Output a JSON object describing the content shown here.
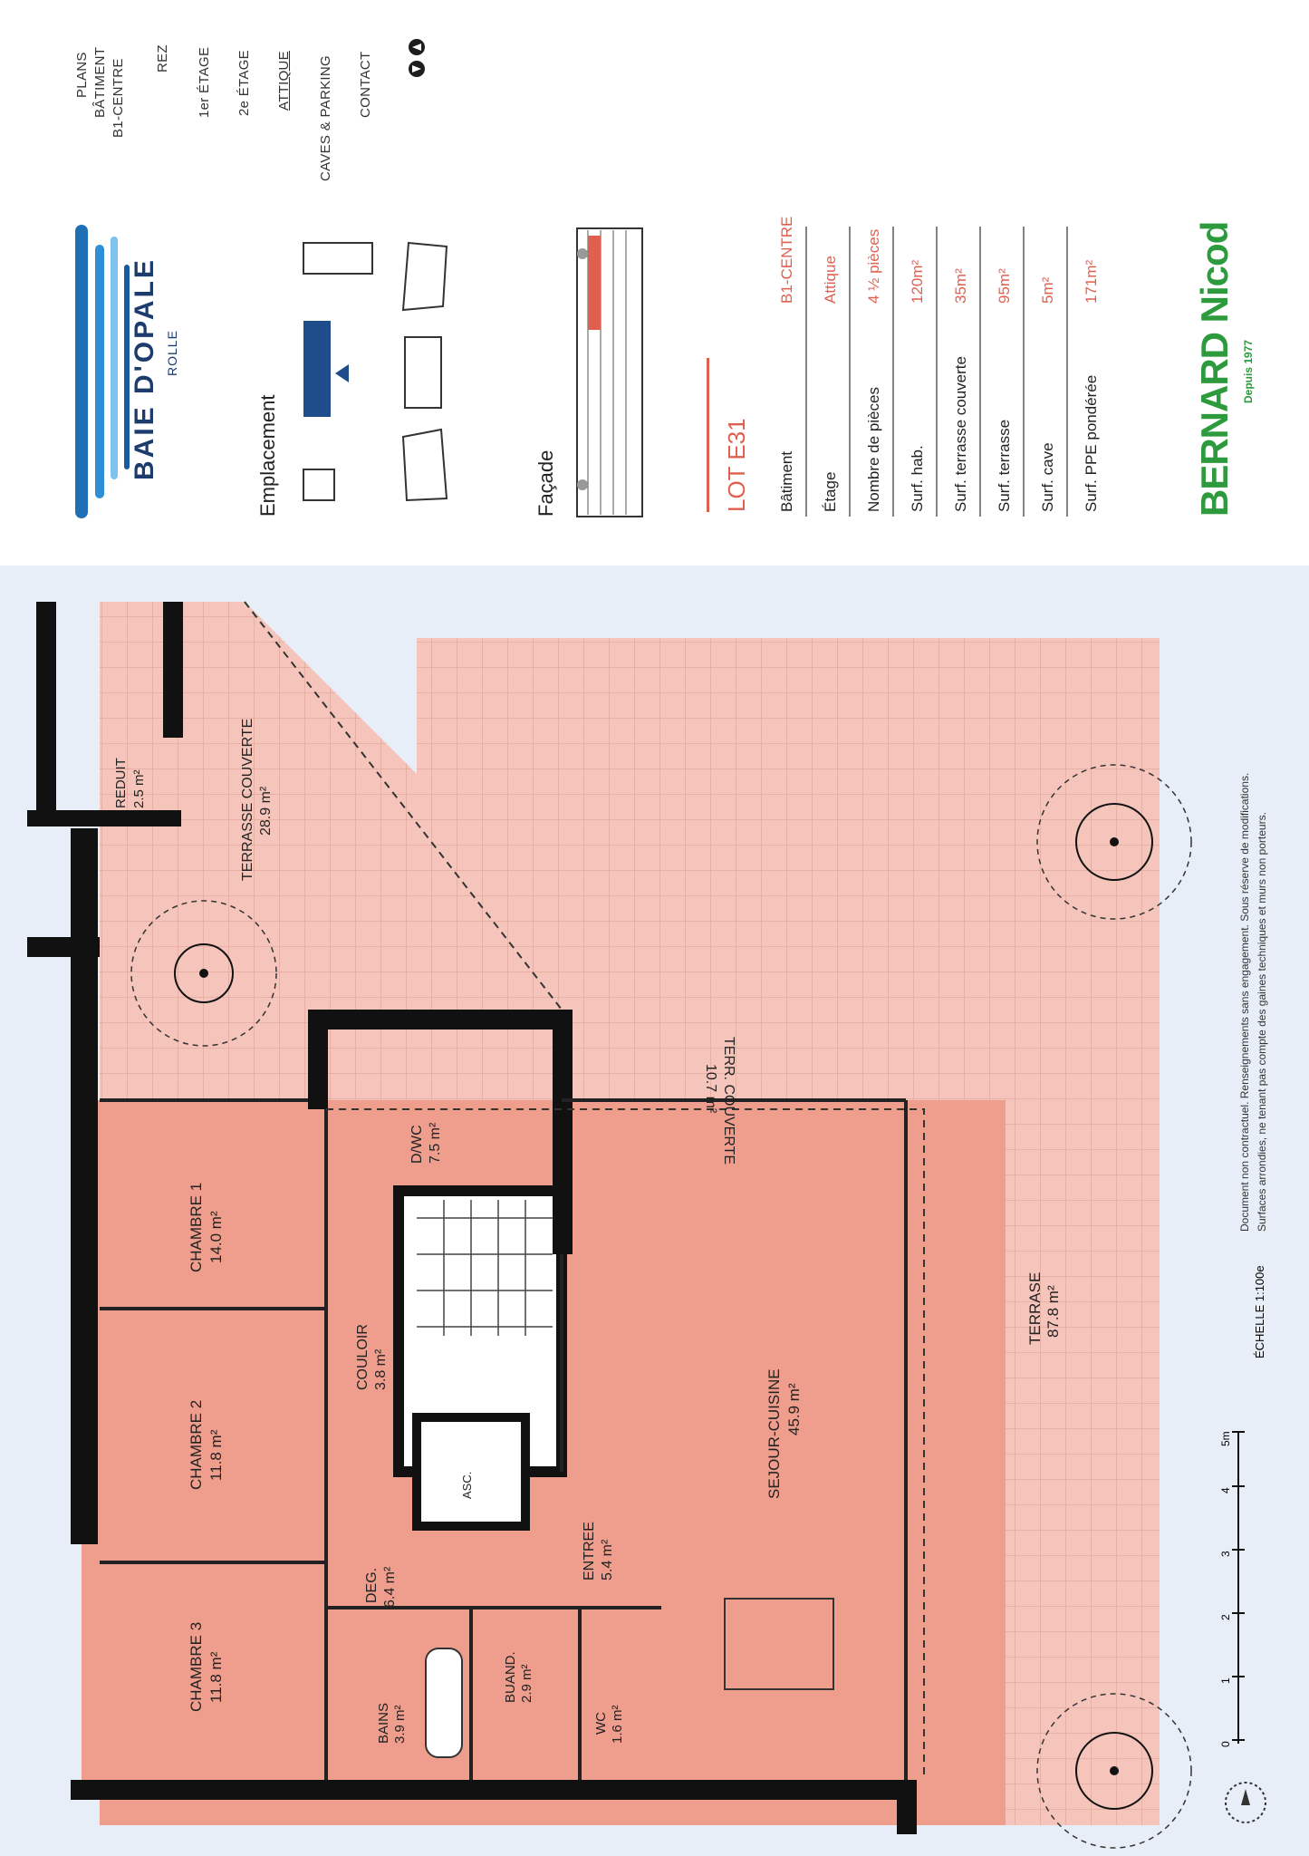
{
  "nav": {
    "plans": "PLANS",
    "batiment": "BÂTIMENT",
    "batiment_id": "B1-CENTRE",
    "items": [
      "REZ",
      "1er ÉTAGE",
      "2e ÉTAGE",
      "ATTIQUE",
      "CAVES & PARKING",
      "CONTACT"
    ],
    "active": "ATTIQUE"
  },
  "brand": {
    "name": "BAIE D'OPALE",
    "city": "ROLLE"
  },
  "emplacement": {
    "label": "Emplacement"
  },
  "facade": {
    "label": "Façade"
  },
  "lot": {
    "title": "LOT E31",
    "rows": [
      {
        "label": "Bâtiment",
        "value": "B1-CENTRE"
      },
      {
        "label": "Étage",
        "value": "Attique"
      },
      {
        "label": "Nombre de pièces",
        "value": "4 ½ pièces"
      },
      {
        "label": "Surf. hab.",
        "value": "120m²"
      },
      {
        "label": "Surf. terrasse couverte",
        "value": "35m²"
      },
      {
        "label": "Surf. terrasse",
        "value": "95m²"
      },
      {
        "label": "Surf. cave",
        "value": "5m²"
      },
      {
        "label": "Surf. PPE pondérée",
        "value": "171m²"
      }
    ]
  },
  "developer": {
    "name": "BERNARD Nicod",
    "since": "Depuis 1977"
  },
  "rooms": [
    {
      "name": "REDUIT",
      "area": "2.5 m²"
    },
    {
      "name": "TERRASSE COUVERTE",
      "area": "28.9 m²"
    },
    {
      "name": "D/WC",
      "area": "7.5 m²"
    },
    {
      "name": "TERR. COUVERTE",
      "area": "10.7 m²"
    },
    {
      "name": "CHAMBRE 1",
      "area": "14.0 m²"
    },
    {
      "name": "COULOIR",
      "area": "3.8 m²"
    },
    {
      "name": "CHAMBRE 2",
      "area": "11.8 m²"
    },
    {
      "name": "SEJOUR-CUISINE",
      "area": "45.9 m²"
    },
    {
      "name": "TERRASE",
      "area": "87.8 m²"
    },
    {
      "name": "ASC.",
      "area": ""
    },
    {
      "name": "ENTREE",
      "area": "5.4 m²"
    },
    {
      "name": "DEG.",
      "area": "6.4 m²"
    },
    {
      "name": "CHAMBRE 3",
      "area": "11.8 m²"
    },
    {
      "name": "BAINS",
      "area": "3.9 m²"
    },
    {
      "name": "BUAND.",
      "area": "2.9 m²"
    },
    {
      "name": "WC",
      "area": "1.6 m²"
    }
  ],
  "scale": {
    "label": "ÉCHELLE 1:100e",
    "ticks": [
      "0",
      "1",
      "2",
      "3",
      "4",
      "5m"
    ]
  },
  "disclaimer": {
    "line1": "Document non contractuel. Renseignements sans engagement. Sous réserve de modifications.",
    "line2": "Surfaces arrondies, ne tenant pas compte des gaines techniques et murs non porteurs."
  },
  "colors": {
    "brand_blue": "#1f4d8c",
    "accent_red": "#e0604f",
    "room_fill": "#ef9e8d",
    "terrace_fill": "#f5c5bb",
    "developer_green": "#2e9a3e",
    "plan_bg": "#e7eef7"
  }
}
